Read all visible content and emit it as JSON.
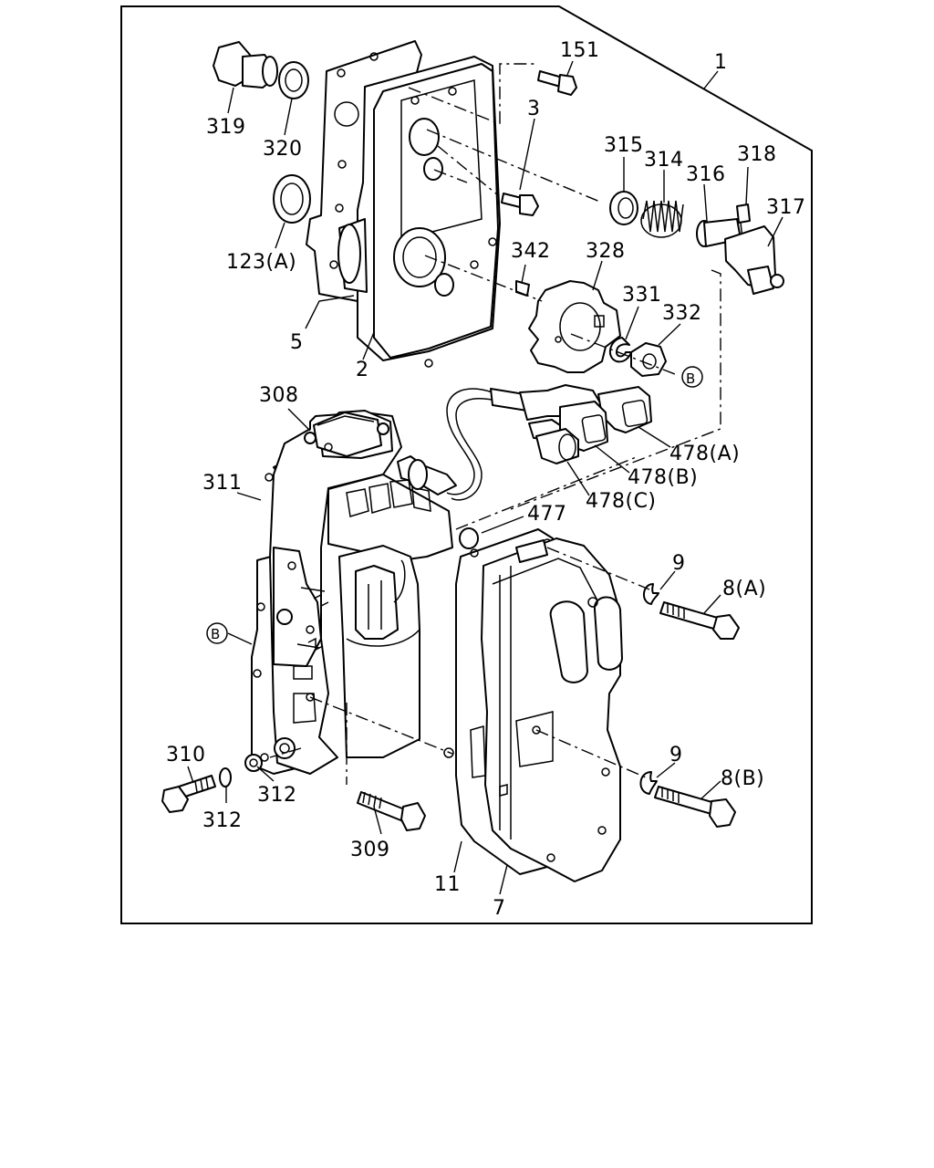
{
  "labels": {
    "l1": "1",
    "l151": "151",
    "l3": "3",
    "l319": "319",
    "l320": "320",
    "l123a": "123(A)",
    "l5": "5",
    "l2": "2",
    "l315": "315",
    "l314": "314",
    "l316": "316",
    "l318": "318",
    "l317": "317",
    "l342": "342",
    "l328": "328",
    "l331": "331",
    "l332": "332",
    "lB1": "B",
    "l308": "308",
    "l478a": "478(A)",
    "l478b": "478(B)",
    "l478c": "478(C)",
    "l311": "311",
    "l477": "477",
    "l9a": "9",
    "l8a": "8(A)",
    "lB2": "B",
    "l310": "310",
    "l312a": "312",
    "l312b": "312",
    "l9b": "9",
    "l8b": "8(B)",
    "l309": "309",
    "l11": "11",
    "l7": "7"
  }
}
